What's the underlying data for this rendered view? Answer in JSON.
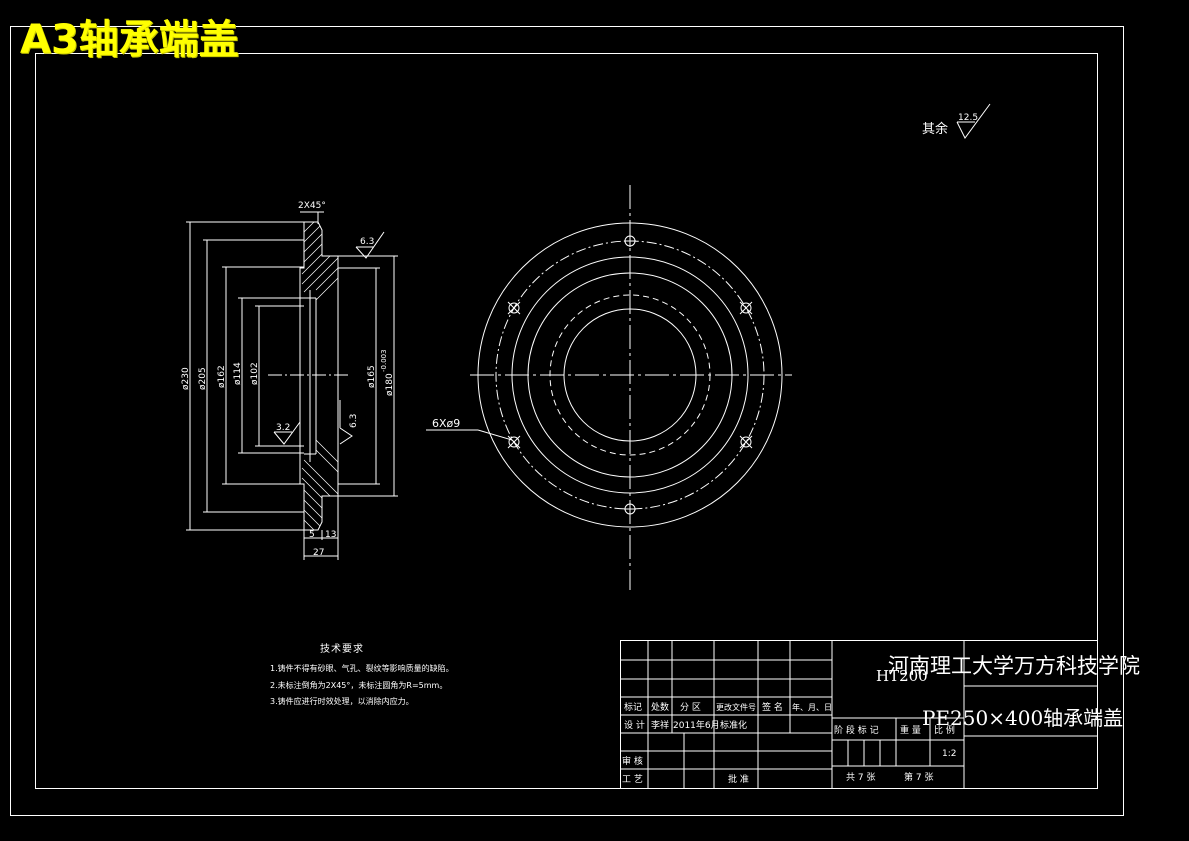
{
  "sheet_title": "A3轴承端盖",
  "roughness_note": {
    "prefix": "其余",
    "value": "12.5"
  },
  "side_view": {
    "chamfer": "2X45°",
    "roughness_outer": "6.3",
    "roughness_inner": "3.2",
    "roughness_right": "6.3",
    "diameters": [
      "ø230",
      "ø205",
      "ø162",
      "ø114",
      "ø102",
      "ø165",
      "ø180"
    ],
    "tolerance": "-0.003",
    "width_parts": [
      "5",
      "13"
    ],
    "width_total": "27"
  },
  "front_view": {
    "holes_label": "6Xø9"
  },
  "tech_requirements": {
    "title": "技术要求",
    "items": [
      "1.铸件不得有砂眼、气孔、裂纹等影响质量的缺陷。",
      "2.未标注倒角为2X45°，未标注圆角为R=5mm。",
      "3.铸件应进行时效处理，以消除内应力。"
    ]
  },
  "title_block": {
    "school": "河南理工大学万方科技学院",
    "material": "HT200",
    "part_name": "PE250×400轴承端盖",
    "headers": [
      "标记",
      "处数",
      "分 区",
      "更改文件号",
      "签 名",
      "年、月、日"
    ],
    "design_row": [
      "设 计",
      "李祥",
      "2011年6月",
      "标准化"
    ],
    "stage_headers": [
      "阶 段 标 记",
      "重 量",
      "比 例"
    ],
    "scale": "1:2",
    "review": "审 核",
    "process": "工 艺",
    "approve": "批 准",
    "sheets": [
      "共 7 张",
      "第 7 张"
    ]
  }
}
